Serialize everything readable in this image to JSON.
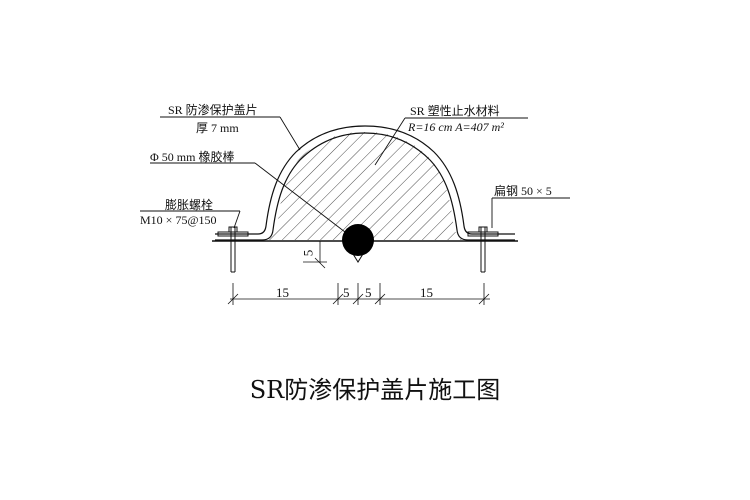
{
  "title": "SR防渗保护盖片施工图",
  "labels": {
    "cover_sheet": "SR 防渗保护盖片",
    "cover_thickness": "厚 7 mm",
    "rubber_rod": "Φ 50 mm 橡胶棒",
    "bolt_name": "膨胀螺栓",
    "bolt_spec": "M10 × 75@150",
    "sealant_material": "SR 塑性止水材料",
    "sealant_spec": "R=16 cm  A=407 m²",
    "flat_steel": "扁钢 50 × 5"
  },
  "dimensions": {
    "d1": "15",
    "d2": "5",
    "d3": "5",
    "d4": "15",
    "depth": "5"
  }
}
